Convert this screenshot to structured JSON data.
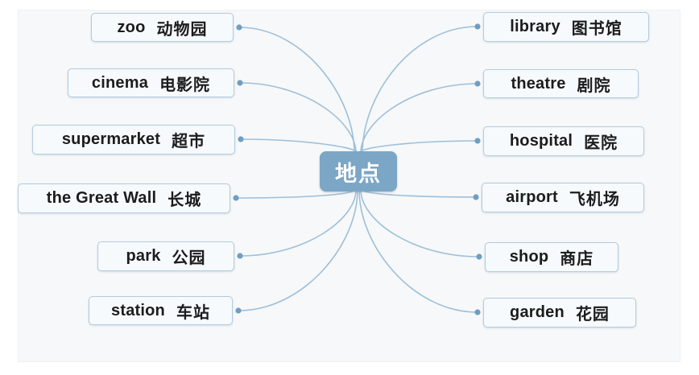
{
  "center": {
    "label": "地点"
  },
  "nodes": {
    "left": [
      {
        "en": "zoo",
        "zh": "动物园"
      },
      {
        "en": "cinema",
        "zh": "电影院"
      },
      {
        "en": "supermarket",
        "zh": "超市"
      },
      {
        "en": "the Great Wall",
        "zh": "长城"
      },
      {
        "en": "park",
        "zh": "公园"
      },
      {
        "en": "station",
        "zh": "车站"
      }
    ],
    "right": [
      {
        "en": "library",
        "zh": "图书馆"
      },
      {
        "en": "theatre",
        "zh": "剧院"
      },
      {
        "en": "hospital",
        "zh": "医院"
      },
      {
        "en": "airport",
        "zh": "飞机场"
      },
      {
        "en": "shop",
        "zh": "商店"
      },
      {
        "en": "garden",
        "zh": "花园"
      }
    ]
  },
  "colors": {
    "center_fill": "#7ca6c5",
    "center_text": "#ffffff",
    "leaf_fill": "#f6fafd",
    "leaf_border": "#b3cbdd",
    "leaf_text": "#1c1c1c",
    "connector_line": "#9dbfd9",
    "connector_dot": "#6f9ec2",
    "canvas_background": "#f7f8f9"
  }
}
